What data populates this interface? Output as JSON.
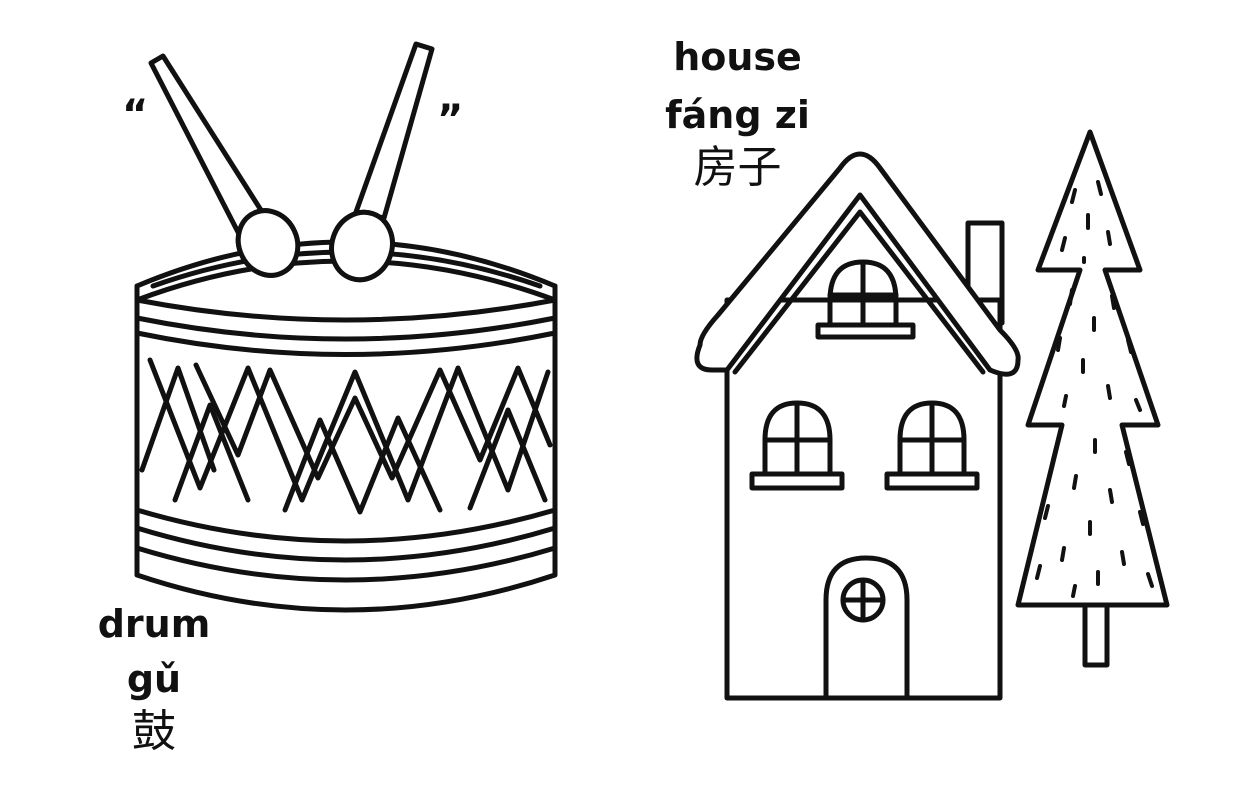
{
  "drum": {
    "english": "drum",
    "pinyin": "gǔ",
    "hanzi": "鼓",
    "quote_open": "“",
    "quote_close": "”"
  },
  "house": {
    "english": "house",
    "pinyin": "fáng zi",
    "hanzi": "房子"
  },
  "colors": {
    "ink": "#111111",
    "paper": "#ffffff"
  }
}
